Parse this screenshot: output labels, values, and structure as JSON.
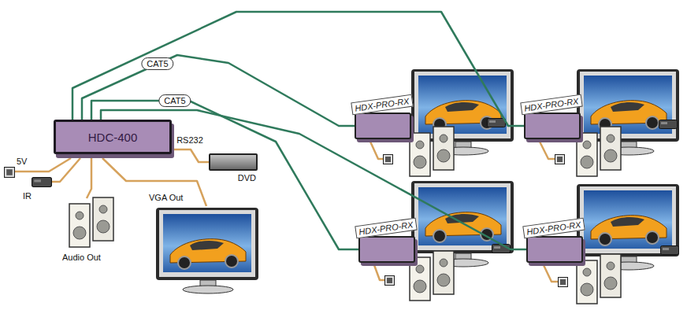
{
  "diagram": {
    "nodes": [
      {
        "text": [
          "HDC-400"
        ]
      },
      {
        "text": [
          "HDX-PRO-RX"
        ]
      },
      {
        "text": [
          "HDX-PRO-RX"
        ]
      },
      {
        "text": [
          "DVD"
        ]
      },
      {
        "text": [
          "HDX-PRO-RX"
        ]
      },
      {
        "text": [
          "HDX-PRO-RX"
        ]
      }
    ],
    "edges": [
      {
        "from": 0,
        "to": 1,
        "label": "CAT5",
        "arrow": "none"
      },
      {
        "from": 0,
        "to": 2,
        "arrow": "none"
      },
      {
        "from": 0,
        "to": 4,
        "label": "CAT5",
        "arrow": "none"
      },
      {
        "from": 0,
        "to": 5,
        "arrow": "none"
      },
      {
        "from": 0,
        "to": 3,
        "label": "RS232",
        "arrow": "none"
      }
    ],
    "labels": [
      "5V",
      "IR",
      "Audio Out",
      "VGA Out"
    ]
  }
}
